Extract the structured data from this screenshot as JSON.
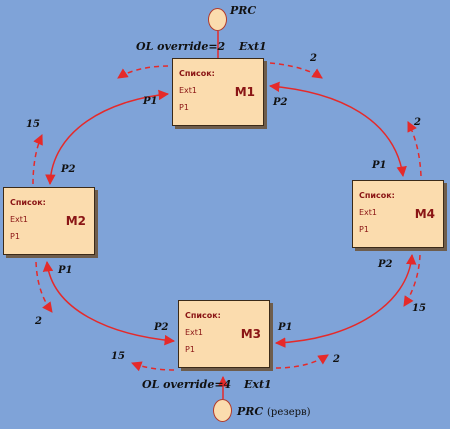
{
  "modules": {
    "m1": {
      "header": "Список:",
      "entry1": "Ext1",
      "entry2": "P1",
      "name": "M1"
    },
    "m2": {
      "header": "Список:",
      "entry1": "Ext1",
      "entry2": "P1",
      "name": "M2"
    },
    "m3": {
      "header": "Список:",
      "entry1": "Ext1",
      "entry2": "P1",
      "name": "M3"
    },
    "m4": {
      "header": "Список:",
      "entry1": "Ext1",
      "entry2": "P1",
      "name": "M4"
    }
  },
  "sources": {
    "top": {
      "label": "PRC"
    },
    "bottom": {
      "label": "PRC",
      "note": "(резерв)"
    }
  },
  "labels": {
    "top_override": "OL override=2",
    "top_ext": "Ext1",
    "bottom_override": "OL override=4",
    "bottom_ext": "Ext1",
    "port_p1": "P1",
    "port_p2": "P2",
    "count_2": "2",
    "count_15": "15"
  },
  "colors": {
    "link": "#e52a2a",
    "module_fill": "#fbdcae",
    "background": "#7fa3d8",
    "module_text": "#8a1515"
  }
}
